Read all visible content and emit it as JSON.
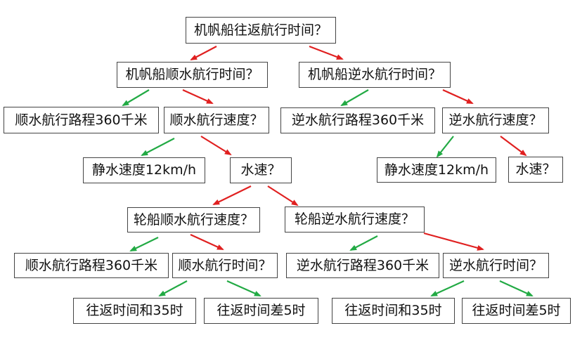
{
  "colors": {
    "red_arrow": "#e02020",
    "green_arrow": "#22aa44",
    "box_border": "#444444"
  },
  "nodes": {
    "root": "机帆船往返航行时间？",
    "down_time": "机帆船顺水航行时间？",
    "up_time": "机帆船逆水航行时间？",
    "down_dist": "顺水航行路程360千米",
    "down_speed": "顺水航行速度？",
    "up_dist": "逆水航行路程360千米",
    "up_speed": "逆水航行速度？",
    "still_speed_a": "静水速度12km/h",
    "water_speed_a": "水速？",
    "still_speed_b": "静水速度12km/h",
    "water_speed_b": "水速？",
    "ship_down_speed": "轮船顺水航行速度？",
    "ship_up_speed": "轮船逆水航行速度？",
    "ship_down_dist": "顺水航行路程360千米",
    "ship_down_time": "顺水航行时间？",
    "ship_up_dist": "逆水航行路程360千米",
    "ship_up_time": "逆水航行时间？",
    "sum_a": "往返时间和35时",
    "diff_a": "往返时间差5时",
    "sum_b": "往返时间和35时",
    "diff_b": "往返时间差5时"
  }
}
